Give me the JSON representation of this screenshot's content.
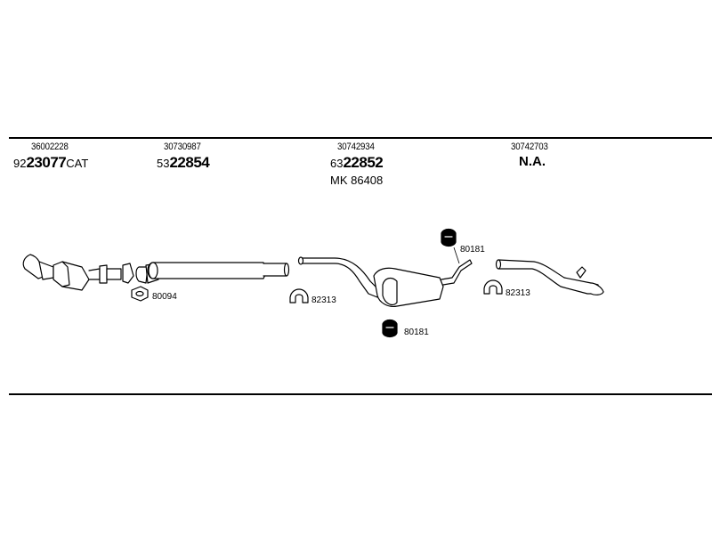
{
  "parts": [
    {
      "oe": "36002228",
      "prefix": "92",
      "main": "23077",
      "suffix": "CAT"
    },
    {
      "oe": "30730987",
      "prefix": "53",
      "main": "22854",
      "suffix": ""
    },
    {
      "oe": "30742934",
      "prefix": "63",
      "main": "22852",
      "suffix": "",
      "kit": "MK  86408"
    },
    {
      "oe": "30742703",
      "na": "N.A."
    }
  ],
  "callouts": {
    "gasket": "80094",
    "clamp_mid": "82313",
    "mount_upper": "80181",
    "mount_lower": "80181",
    "clamp_rear": "82313"
  }
}
